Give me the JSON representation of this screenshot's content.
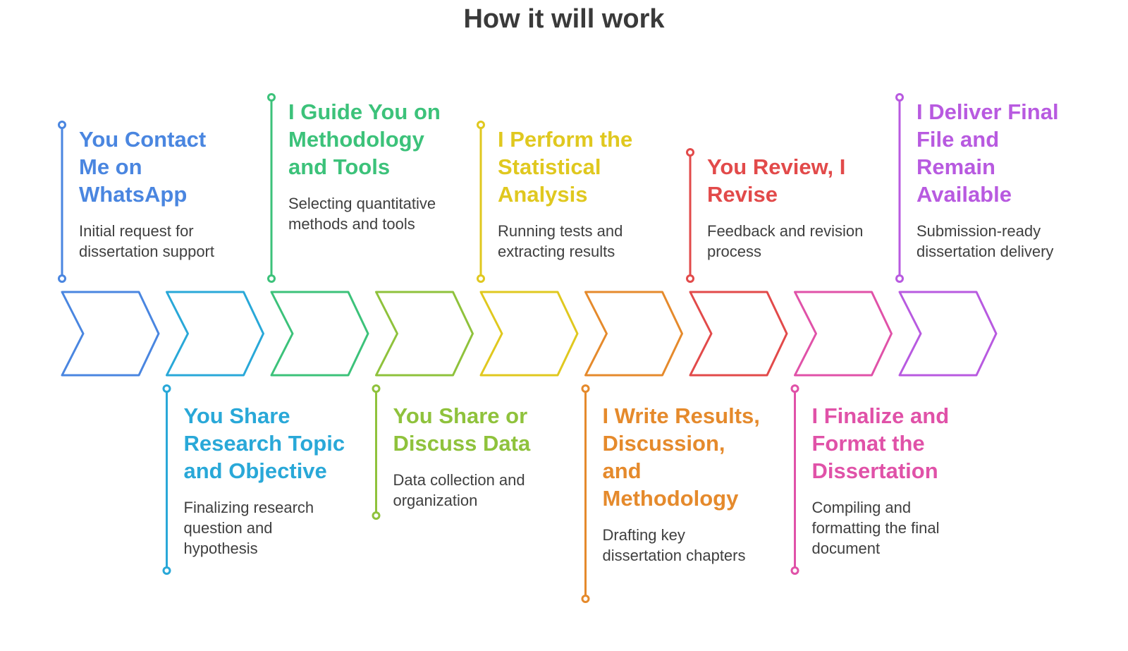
{
  "title": "How it will work",
  "steps": [
    {
      "heading": "You Contact Me on WhatsApp",
      "description": "Initial request for dissertation support",
      "color": "#4a86e0",
      "position": "top"
    },
    {
      "heading": "You Share Research Topic and Objective",
      "description": "Finalizing research question and hypothesis",
      "color": "#29a8d8",
      "position": "bottom"
    },
    {
      "heading": "I Guide You on Methodology and Tools",
      "description": "Selecting quantitative methods and tools",
      "color": "#3cc27a",
      "position": "top"
    },
    {
      "heading": "You Share or Discuss Data",
      "description": "Data collection and organization",
      "color": "#8fc23c",
      "position": "bottom"
    },
    {
      "heading": "I Perform the Statistical Analysis",
      "description": "Running tests and extracting results",
      "color": "#e0c81f",
      "position": "top"
    },
    {
      "heading": "I Write Results, Discussion, and Methodology",
      "description": "Drafting key dissertation chapters",
      "color": "#e58a2c",
      "position": "bottom"
    },
    {
      "heading": "You Review, I Revise",
      "description": "Feedback and revision process",
      "color": "#e24a4a",
      "position": "top"
    },
    {
      "heading": "I Finalize and Format the Dissertation",
      "description": "Compiling and formatting the final document",
      "color": "#e052a8",
      "position": "bottom"
    },
    {
      "heading": "I Deliver Final File and Remain Available",
      "description": "Submission-ready dissertation delivery",
      "color": "#b85ae0",
      "position": "top"
    }
  ]
}
